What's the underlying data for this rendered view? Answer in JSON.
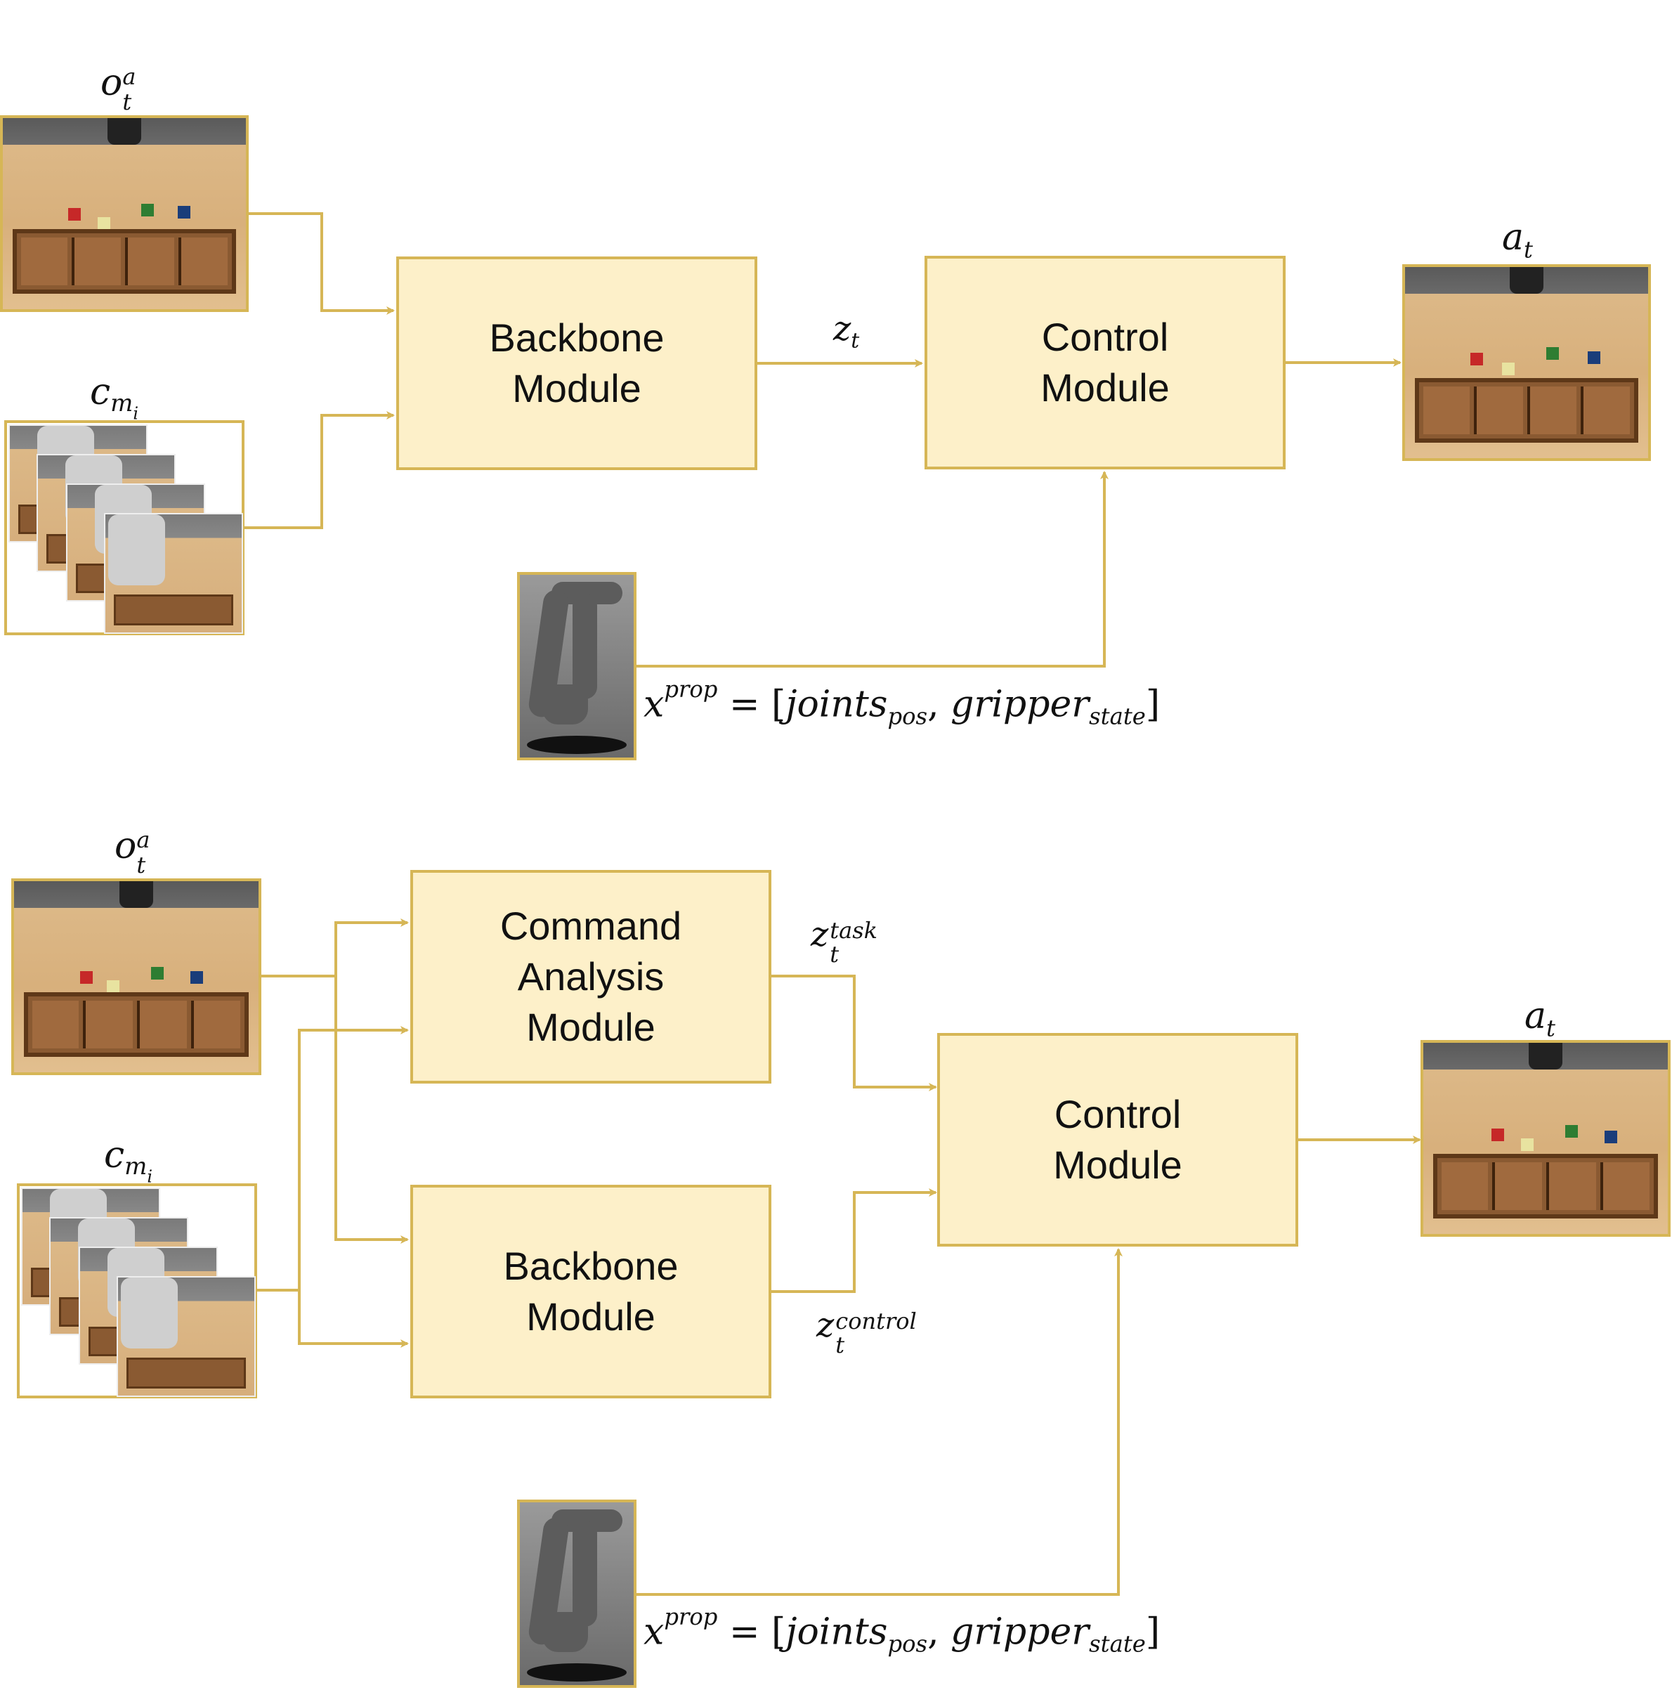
{
  "top": {
    "backbone": {
      "line1": "Backbone",
      "line2": "Module"
    },
    "control": {
      "line1": "Control",
      "line2": "Module"
    },
    "z": "z",
    "z_sub": "t"
  },
  "bottom": {
    "command": {
      "line1": "Command",
      "line2": "Analysis",
      "line3": "Module"
    },
    "backbone": {
      "line1": "Backbone",
      "line2": "Module"
    },
    "control": {
      "line1": "Control",
      "line2": "Module"
    },
    "z_task_sup": "task",
    "z_control_sup": "control"
  },
  "symbols": {
    "o": "o",
    "o_sup": "a",
    "o_sub": "t",
    "c": "c",
    "c_sub": "m",
    "c_subsub": "i",
    "a": "a",
    "a_sub": "t",
    "x": "x",
    "x_sup": "prop",
    "eq_open": " = [",
    "joints": "joints",
    "joints_sub": "pos",
    "comma": ", ",
    "gripper": "gripper",
    "gripper_sub": "state",
    "close": "]"
  },
  "colors": {
    "box_fill": "#fdf0c9",
    "box_border": "#d6b656",
    "wire": "#d6b656"
  }
}
